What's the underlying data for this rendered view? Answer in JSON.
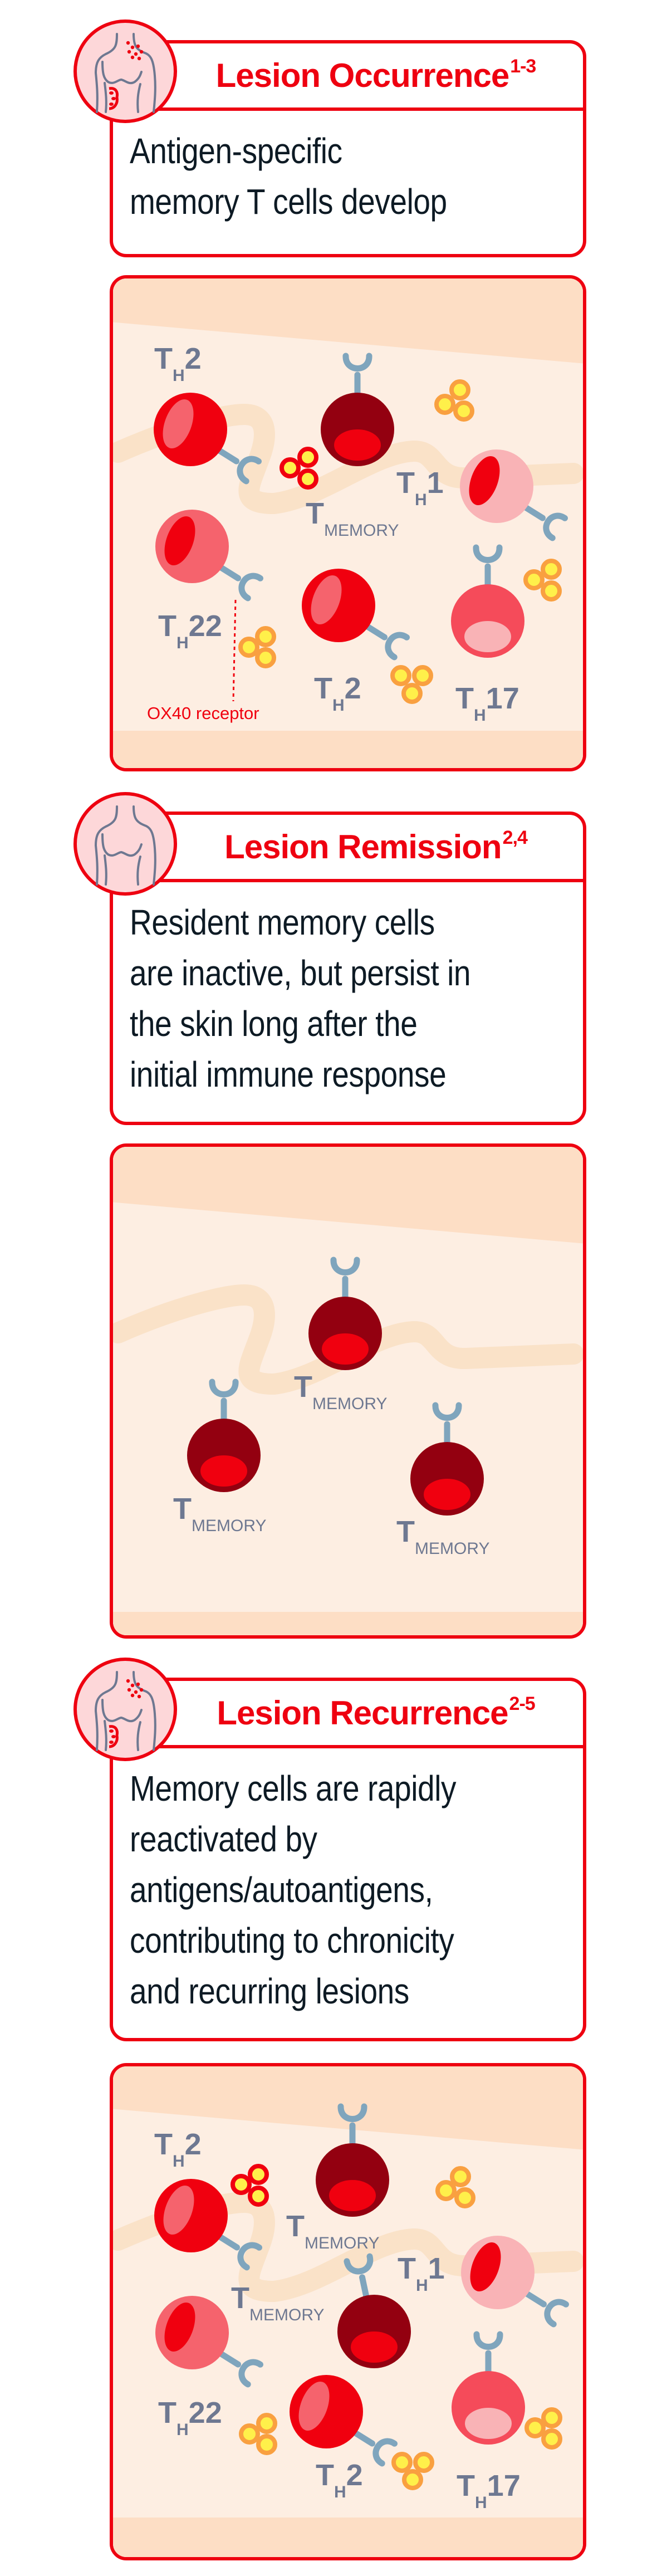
{
  "colors": {
    "accent_red": "#ee0010",
    "text_dark": "#0d1a24",
    "label_gray": "#6e7891",
    "skin_light": "#fdeee2",
    "skin_band": "#fddec5",
    "fiber": "#fae2c8",
    "receptor_blue": "#7fa5bd",
    "memory_cell": "#930010",
    "antigen_fill": "#fff04a",
    "antigen_ring": "#f9a040"
  },
  "sections": [
    {
      "title": "Lesion Occurrence",
      "sup": "1-3",
      "icon": "torso-with-lesions-icon",
      "body_lines": [
        "Antigen-specific",
        "memory T cells develop"
      ],
      "panel": {
        "labels": [
          {
            "t": "T",
            "sub": "H",
            "suffix": "2"
          },
          {
            "t": "T",
            "sub": "MEMORY",
            "suffix": ""
          },
          {
            "t": "T",
            "sub": "H",
            "suffix": "1"
          },
          {
            "t": "T",
            "sub": "H",
            "suffix": "22"
          },
          {
            "t": "T",
            "sub": "H",
            "suffix": "2"
          },
          {
            "t": "T",
            "sub": "H",
            "suffix": "17"
          }
        ],
        "annotation": "OX40 receptor"
      }
    },
    {
      "title": "Lesion Remission",
      "sup": "2,4",
      "icon": "torso-clear-skin-icon",
      "body_lines": [
        "Resident memory cells",
        "are inactive, but persist in",
        "the skin long after the",
        "initial immune response"
      ],
      "panel": {
        "labels": [
          {
            "t": "T",
            "sub": "MEMORY",
            "suffix": ""
          },
          {
            "t": "T",
            "sub": "MEMORY",
            "suffix": ""
          },
          {
            "t": "T",
            "sub": "MEMORY",
            "suffix": ""
          }
        ]
      }
    },
    {
      "title": "Lesion Recurrence",
      "sup": "2-5",
      "icon": "torso-with-lesions-icon",
      "body_lines": [
        "Memory cells are rapidly",
        "reactivated by",
        "antigens/autoantigens,",
        "contributing to chronicity",
        "and recurring lesions"
      ],
      "panel": {
        "labels": [
          {
            "t": "T",
            "sub": "H",
            "suffix": "2"
          },
          {
            "t": "T",
            "sub": "MEMORY",
            "suffix": ""
          },
          {
            "t": "T",
            "sub": "H",
            "suffix": "1"
          },
          {
            "t": "T",
            "sub": "MEMORY",
            "suffix": ""
          },
          {
            "t": "T",
            "sub": "H",
            "suffix": "22"
          },
          {
            "t": "T",
            "sub": "H",
            "suffix": "2"
          },
          {
            "t": "T",
            "sub": "H",
            "suffix": "17"
          }
        ]
      }
    }
  ]
}
